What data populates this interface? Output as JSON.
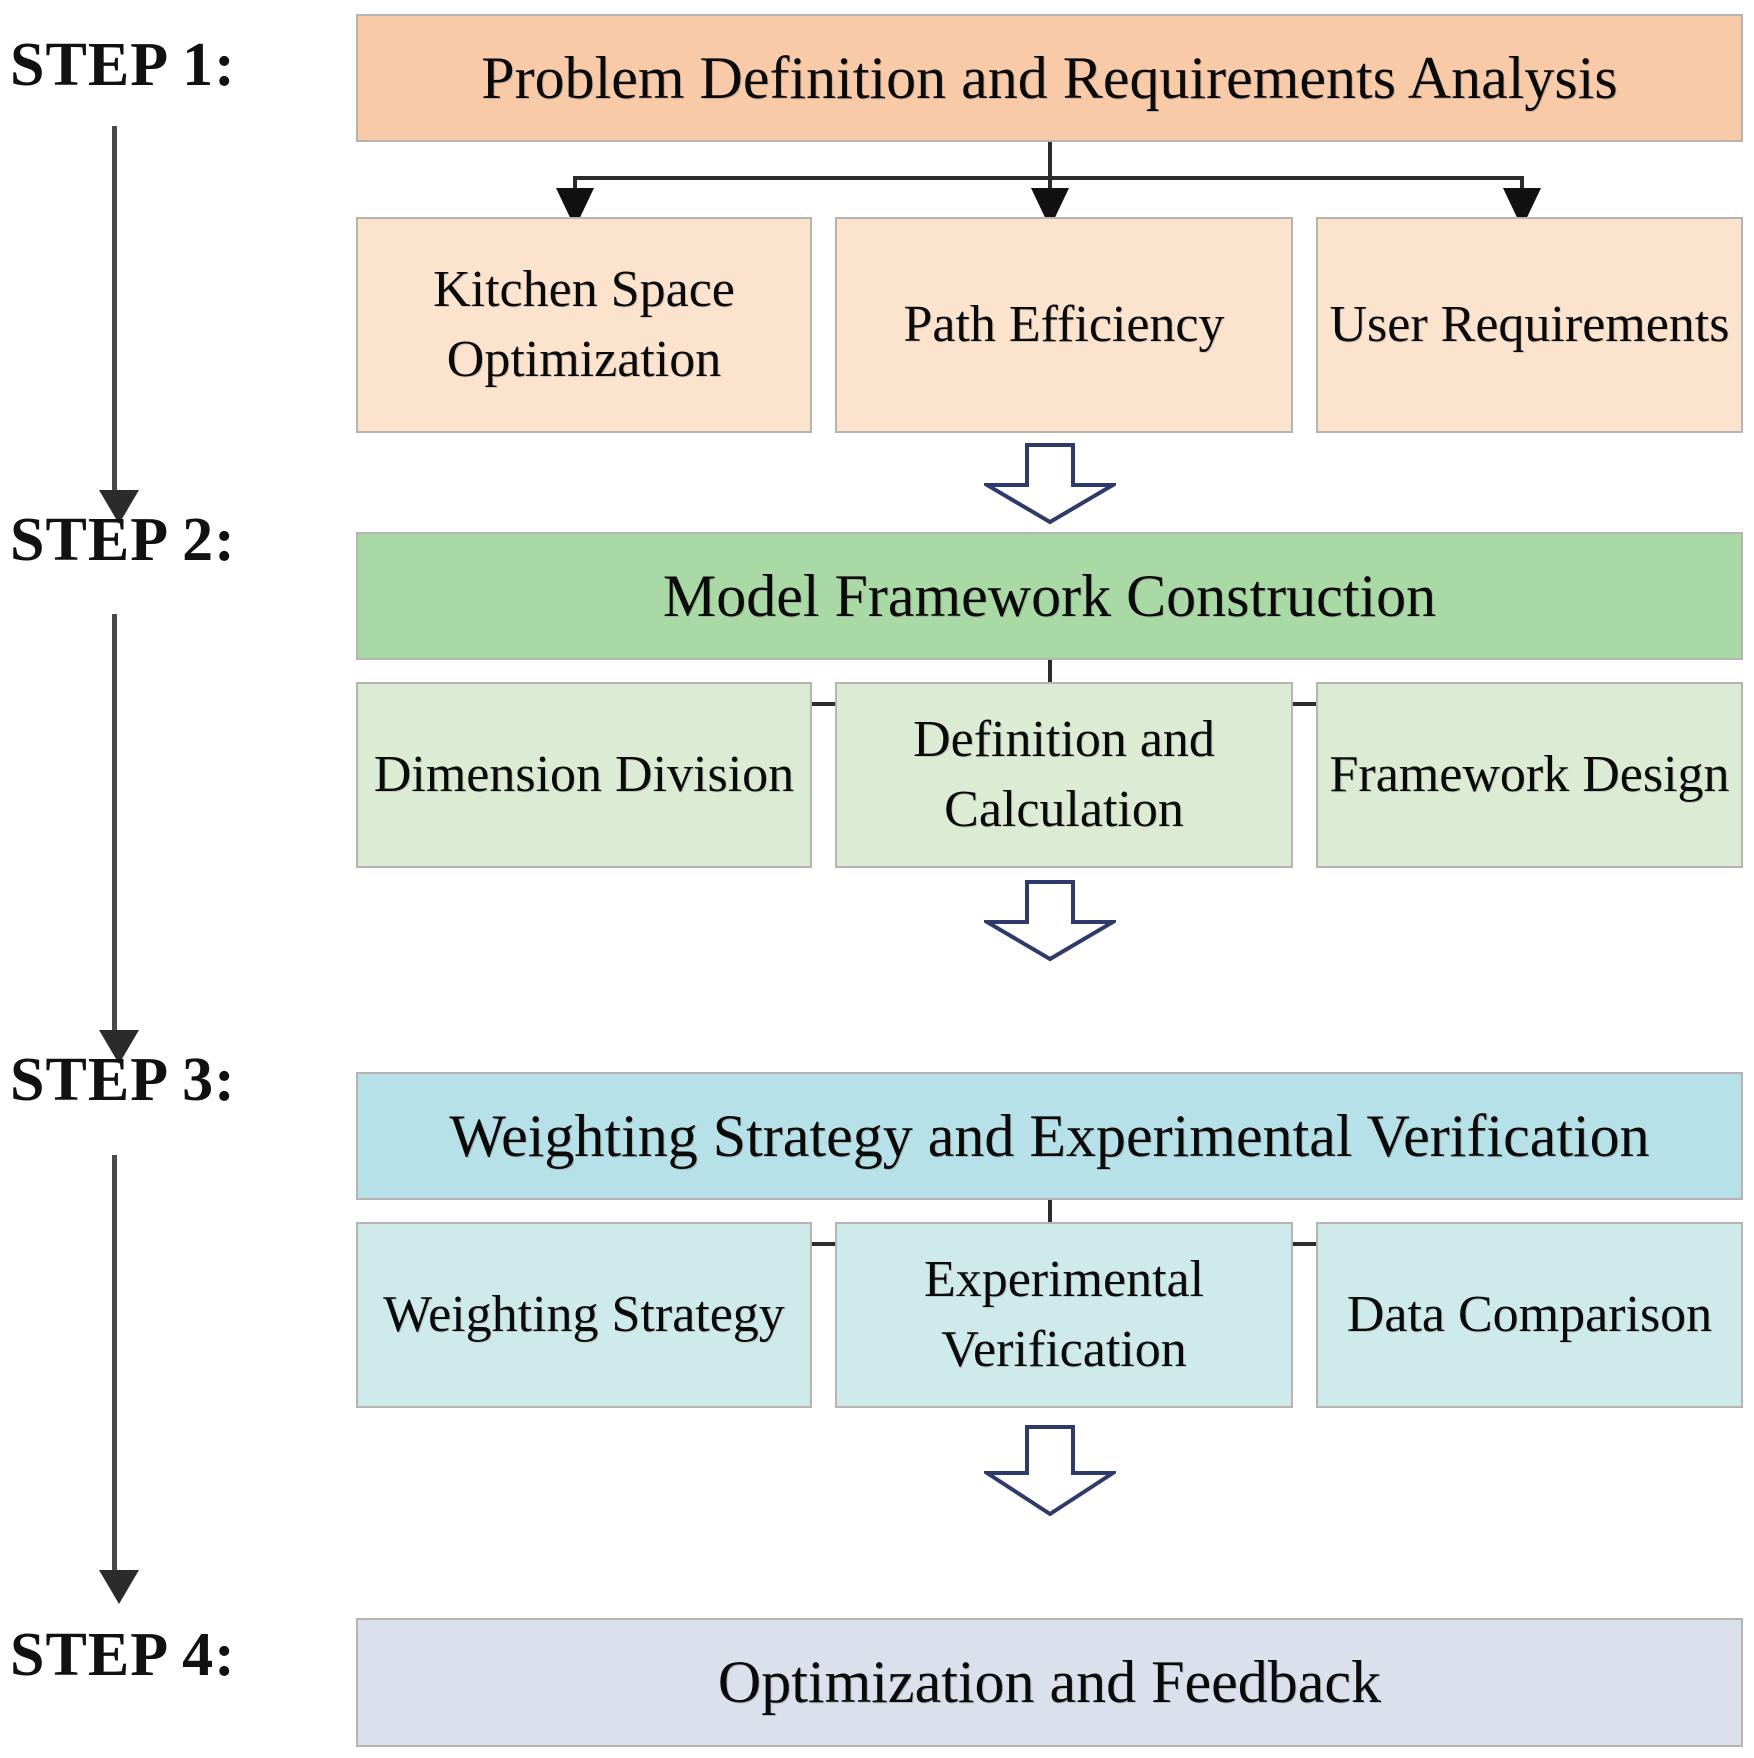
{
  "diagram": {
    "title": "Four-step research framework flowchart",
    "colors": {
      "step1_header": "#f9caa7",
      "step1_sub": "#fbe3cd",
      "step2_header": "#a9d9a4",
      "step2_sub": "#dcecd4",
      "step3_header": "#b6e1e8",
      "step3_sub": "#cfeaea",
      "step4_header": "#dae0ec",
      "box_border": "#b6b3b0",
      "connector": "#2c2c2c",
      "block_arrow_outline": "#2e3a6b"
    },
    "steps": [
      {
        "label": "STEP 1:",
        "header": "Problem Definition and Requirements Analysis",
        "children": [
          "Kitchen Space Optimization",
          "Path Efficiency",
          "User Requirements"
        ]
      },
      {
        "label": "STEP 2:",
        "header": "Model Framework Construction",
        "children": [
          "Dimension Division",
          "Definition and Calculation",
          "Framework Design"
        ]
      },
      {
        "label": "STEP 3:",
        "header": "Weighting Strategy and Experimental Verification",
        "children": [
          "Weighting Strategy",
          "Experimental Verification",
          "Data Comparison"
        ]
      },
      {
        "label": "STEP 4:",
        "header": "Optimization and Feedback",
        "children": []
      }
    ]
  }
}
